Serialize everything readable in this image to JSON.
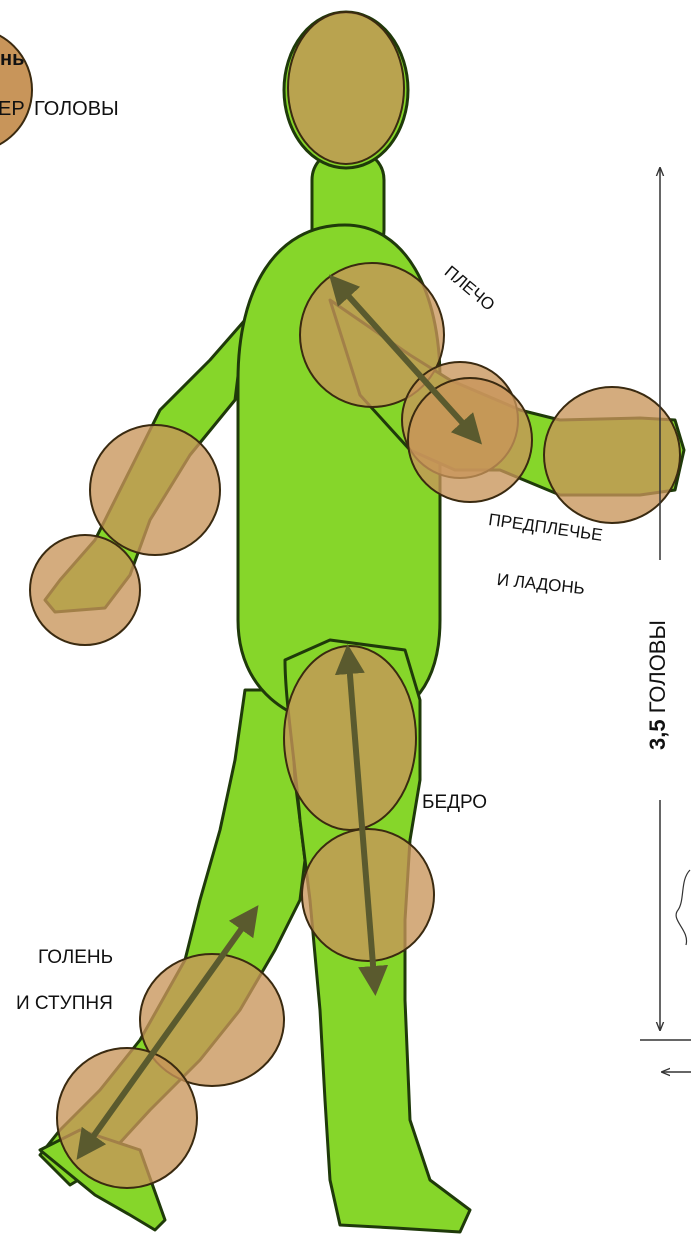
{
  "labels": {
    "top_left_bold": "нь",
    "top_left_text_a": "ЕР",
    "top_left_text_b": "ГОЛОВЫ",
    "shoulder": "ПЛЕЧО",
    "forearm_line1": "ПРЕДПЛЕЧЬЕ",
    "forearm_line2": "И ЛАДОНЬ",
    "thigh": "БЕДРО",
    "shin_line1": "ГОЛЕНЬ",
    "shin_line2": "И СТУПНЯ",
    "scale_bold": "3,5",
    "scale_text": "ГОЛОВЫ"
  },
  "colors": {
    "body_green": "#86d62a",
    "body_outline": "#1f3a0a",
    "circle_fill": "#c8955a",
    "arrow": "#5a5a2e",
    "dim_line": "#333333"
  }
}
